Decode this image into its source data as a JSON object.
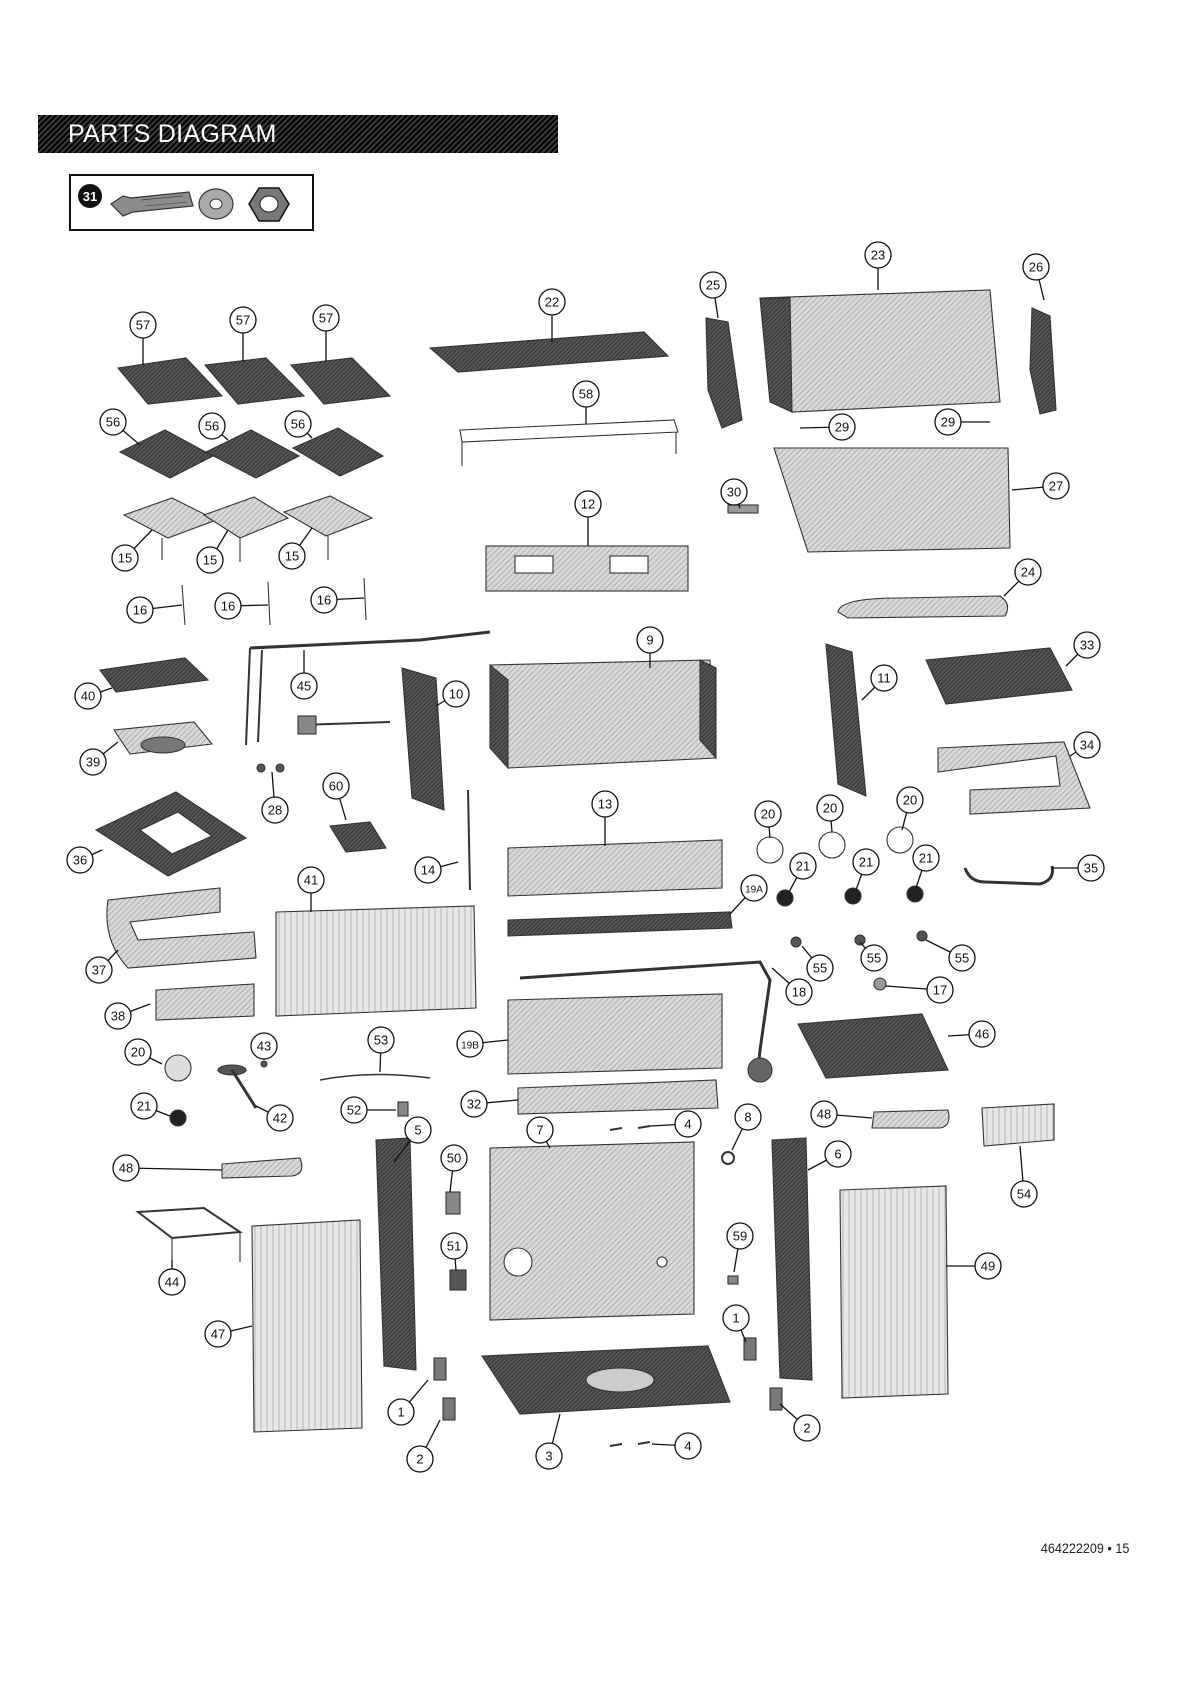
{
  "header": {
    "title": "PARTS DIAGRAM"
  },
  "hardware_kit": {
    "badge": "31"
  },
  "footer": {
    "page_ref": "464222209 • 15"
  },
  "part_labels": [
    "57",
    "57",
    "57",
    "56",
    "56",
    "56",
    "15",
    "15",
    "15",
    "16",
    "16",
    "16",
    "22",
    "58",
    "12",
    "30",
    "25",
    "23",
    "26",
    "29",
    "29",
    "27",
    "24",
    "9",
    "45",
    "10",
    "40",
    "39",
    "28",
    "60",
    "36",
    "11",
    "33",
    "34",
    "13",
    "14",
    "41",
    "37",
    "38",
    "19A",
    "20",
    "20",
    "20",
    "21",
    "21",
    "21",
    "35",
    "55",
    "55",
    "55",
    "17",
    "18",
    "19B",
    "46",
    "20",
    "43",
    "53",
    "42",
    "21",
    "52",
    "32",
    "4",
    "8",
    "48",
    "54",
    "5",
    "50",
    "7",
    "48",
    "6",
    "59",
    "51",
    "49",
    "44",
    "47",
    "1",
    "1",
    "2",
    "2",
    "3",
    "4"
  ]
}
